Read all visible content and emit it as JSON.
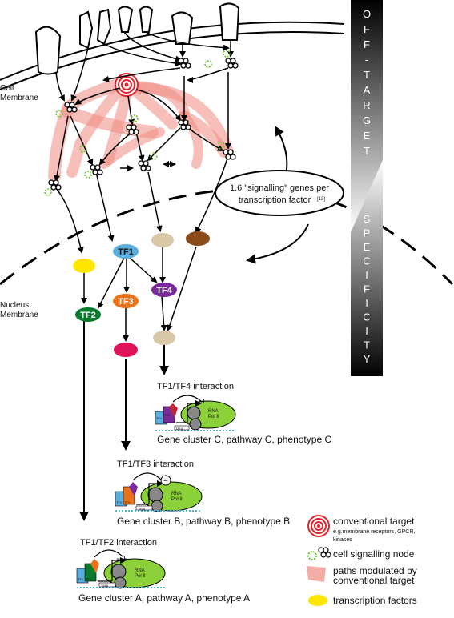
{
  "bar": {
    "off_target_letters": [
      "O",
      "F",
      "F",
      "-",
      "T",
      "A",
      "R",
      "G",
      "E",
      "T"
    ],
    "specificity_letters": [
      "S",
      "P",
      "E",
      "C",
      "I",
      "F",
      "I",
      "C",
      "I",
      "T",
      "Y"
    ]
  },
  "membranes": {
    "cell_line1": "Cell",
    "cell_line2": "Membrane",
    "nucleus_line1": "Nucleus",
    "nucleus_line2": "Membrane"
  },
  "callout": {
    "line1": "1.6 \"signalling\" genes per",
    "line2": "transcription factor",
    "ref": "[13]"
  },
  "tfs": {
    "tf1": "TF1",
    "tf2": "TF2",
    "tf3": "TF3",
    "tf4": "TF4"
  },
  "interactions": {
    "c_title": "TF1/TF4 interaction",
    "c_caption": "Gene cluster C, pathway C, phenotype C",
    "c_sign": "+",
    "b_title": "TF1/TF3 interaction",
    "b_caption": "Gene cluster B, pathway B, phenotype B",
    "b_sign": "−",
    "a_title": "TF1/TF2 interaction",
    "a_caption": "Gene cluster A, pathway A, phenotype A",
    "a_sign": "++",
    "rna": "RNA",
    "pol": "Pol II",
    "tata": "TATA",
    "tf1_small": "TF1",
    "tf2_small": "TF2",
    "tf3_small": "TF3",
    "tf4_small": "TF4"
  },
  "legend": {
    "target_title": "conventional target",
    "target_sub": "e.g.membrane receptors, GPCR,",
    "target_sub2": "kinases",
    "node": "cell signalling node",
    "paths_line1": "paths modulated  by",
    "paths_line2": "conventional target",
    "tf": "transcription factors"
  },
  "colors": {
    "tf1": "#5aaee0",
    "tf2": "#0a7a2e",
    "tf3": "#e8731a",
    "tf4": "#7a2a9a",
    "yellow": "#ffe600",
    "magenta": "#e0135a",
    "beige": "#d8c8a8",
    "brown": "#8a4a1a",
    "pink": "#f08a80",
    "polii": "#8cd13a"
  }
}
